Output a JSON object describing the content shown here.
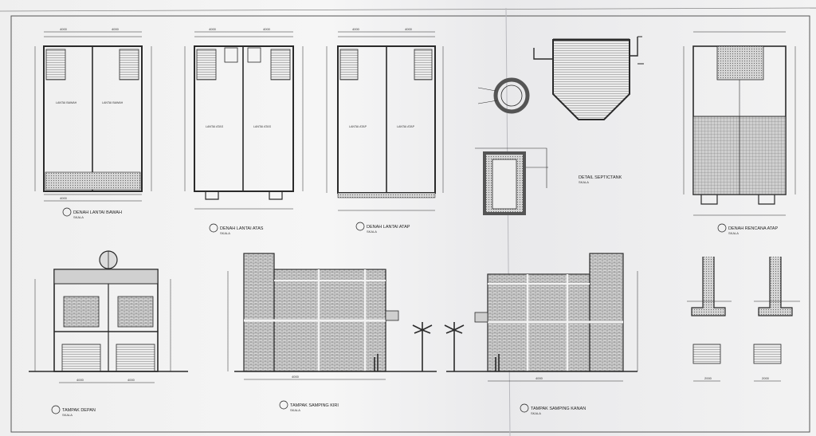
{
  "sheet": {
    "caption_denah_bawah": "DENAH LANTAI BAWAH",
    "caption_denah_atas": "DENAH LANTAI ATAS",
    "caption_denah_atap": "DENAH LANTAI ATAP",
    "caption_septictank": "DETAIL SEPTICTANK",
    "caption_rencana_atap": "DENAH RENCANA ATAP",
    "caption_tampak_depan": "TAMPAK DEPAN",
    "caption_tampak_kiri": "TAMPAK SAMPING KIRI",
    "caption_tampak_kanan": "TAMPAK SAMPING KANAN",
    "scale_note": "SKALA",
    "room_ruang_bawah": "LANTAI BAWAH",
    "room_ruang_atas": "LANTAI ATAS",
    "room_ruang_atap": "LANTAI ATAP",
    "dim_4000": "4000",
    "dim_2000": "2000",
    "palette": {
      "line": "#2a2a2a",
      "hatch": "#555555",
      "paper": "#f3f3f3"
    }
  }
}
